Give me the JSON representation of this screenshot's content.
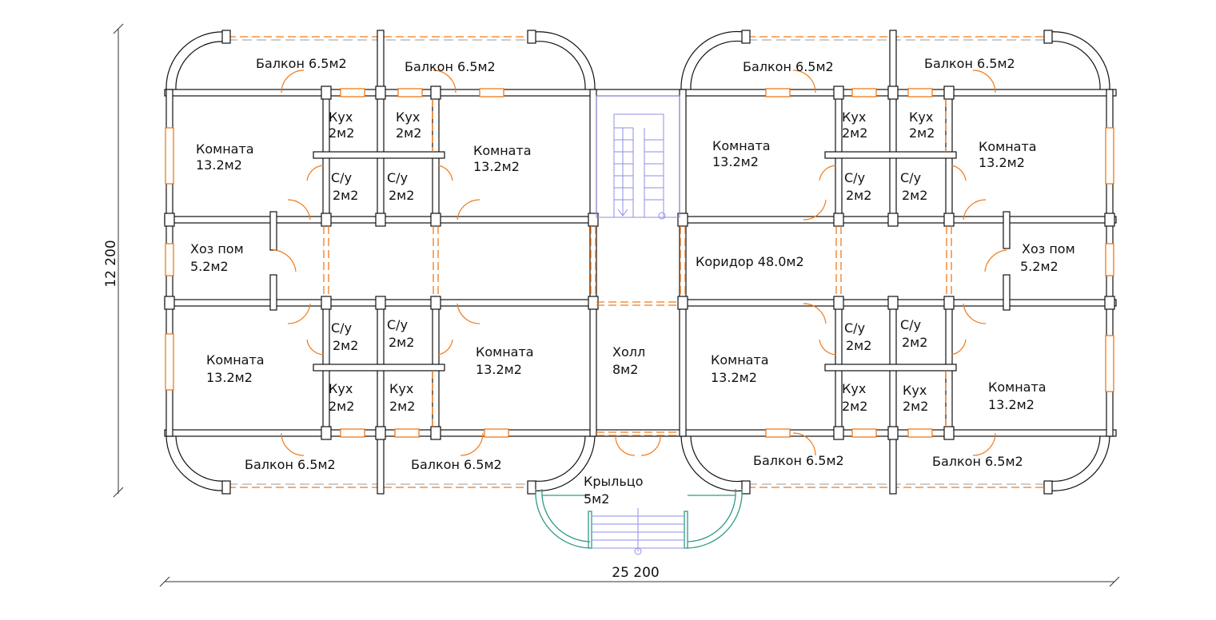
{
  "plan": {
    "dimensions": {
      "width": "25 200",
      "height": "12 200"
    },
    "rooms": {
      "balcony_tl1": [
        "Балкон 6.5м2"
      ],
      "balcony_tl2": [
        "Балкон 6.5м2"
      ],
      "balcony_tr1": [
        "Балкон 6.5м2"
      ],
      "balcony_tr2": [
        "Балкон 6.5м2"
      ],
      "balcony_bl1": [
        "Балкон 6.5м2"
      ],
      "balcony_bl2": [
        "Балкон 6.5м2"
      ],
      "balcony_br1": [
        "Балкон 6.5м2"
      ],
      "balcony_br2": [
        "Балкон 6.5м2"
      ],
      "kitchen_tl1": [
        "Кух",
        "2м2"
      ],
      "kitchen_tl2": [
        "Кух",
        "2м2"
      ],
      "kitchen_tr1": [
        "Кух",
        "2м2"
      ],
      "kitchen_tr2": [
        "Кух",
        "2м2"
      ],
      "kitchen_bl1": [
        "Кух",
        "2м2"
      ],
      "kitchen_bl2": [
        "Кух",
        "2м2"
      ],
      "kitchen_br1": [
        "Кух",
        "2м2"
      ],
      "kitchen_br2": [
        "Кух",
        "2м2"
      ],
      "wc_tl1": [
        "С/у",
        "2м2"
      ],
      "wc_tl2": [
        "С/у",
        "2м2"
      ],
      "wc_tr1": [
        "С/у",
        "2м2"
      ],
      "wc_tr2": [
        "С/у",
        "2м2"
      ],
      "wc_bl1": [
        "С/у",
        "2м2"
      ],
      "wc_bl2": [
        "С/у",
        "2м2"
      ],
      "wc_br1": [
        "С/у",
        "2м2"
      ],
      "wc_br2": [
        "С/у",
        "2м2"
      ],
      "room_tl1": [
        "Комната",
        "13.2м2"
      ],
      "room_tl2": [
        "Комната",
        "13.2м2"
      ],
      "room_tr1": [
        "Комната",
        "13.2м2"
      ],
      "room_tr2": [
        "Комната",
        "13.2м2"
      ],
      "room_bl1": [
        "Комната",
        "13.2м2"
      ],
      "room_bl2": [
        "Комната",
        "13.2м2"
      ],
      "room_br1": [
        "Комната",
        "13.2м2"
      ],
      "room_br2": [
        "Комната",
        "13.2м2"
      ],
      "storage_l": [
        "Хоз пом",
        "5.2м2"
      ],
      "storage_r": [
        "Хоз пом",
        "5.2м2"
      ],
      "corridor": [
        "Коридор 48.0м2"
      ],
      "hall": [
        "Холл",
        "8м2"
      ],
      "porch": [
        "Крыльцо",
        "5м2"
      ]
    }
  }
}
